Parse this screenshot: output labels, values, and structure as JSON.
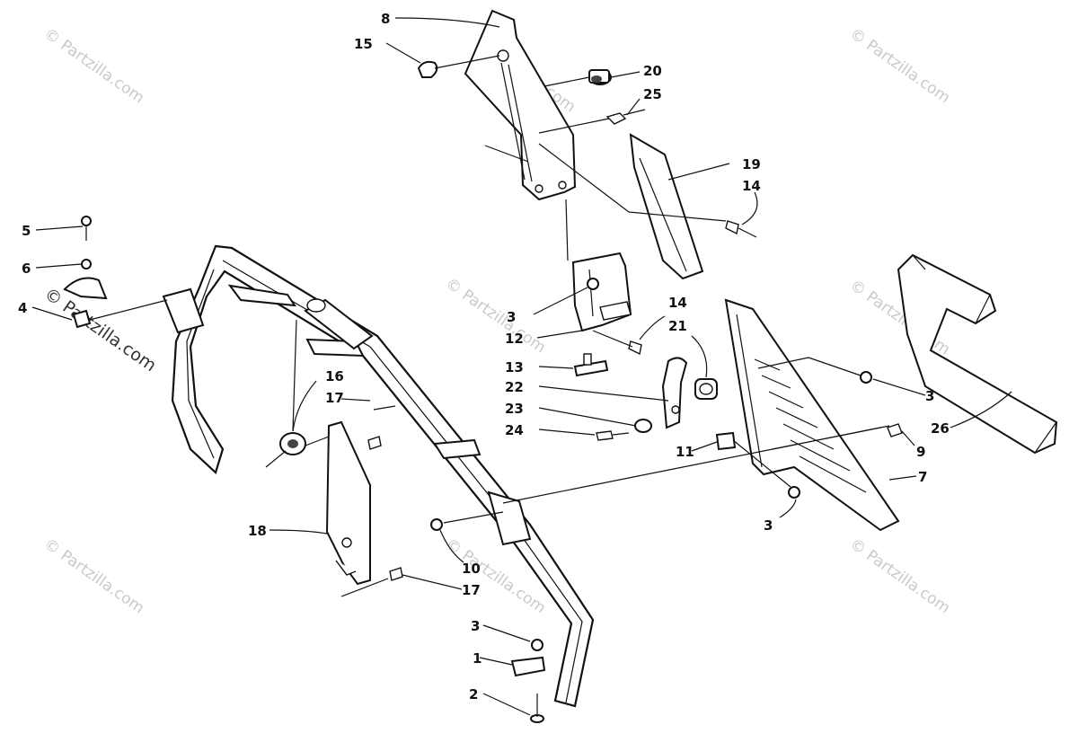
{
  "watermark": {
    "text": "© Partzilla.com",
    "highlight_text": "© Partzilla.com"
  },
  "callouts": [
    {
      "label": "8"
    },
    {
      "label": "15"
    },
    {
      "label": "20"
    },
    {
      "label": "25"
    },
    {
      "label": "19"
    },
    {
      "label": "14"
    },
    {
      "label": "5"
    },
    {
      "label": "6"
    },
    {
      "label": "4"
    },
    {
      "label": "3"
    },
    {
      "label": "12"
    },
    {
      "label": "14"
    },
    {
      "label": "21"
    },
    {
      "label": "13"
    },
    {
      "label": "22"
    },
    {
      "label": "23"
    },
    {
      "label": "24"
    },
    {
      "label": "16"
    },
    {
      "label": "17"
    },
    {
      "label": "3"
    },
    {
      "label": "26"
    },
    {
      "label": "9"
    },
    {
      "label": "11"
    },
    {
      "label": "7"
    },
    {
      "label": "3"
    },
    {
      "label": "18"
    },
    {
      "label": "10"
    },
    {
      "label": "17"
    },
    {
      "label": "3"
    },
    {
      "label": "1"
    },
    {
      "label": "2"
    }
  ]
}
